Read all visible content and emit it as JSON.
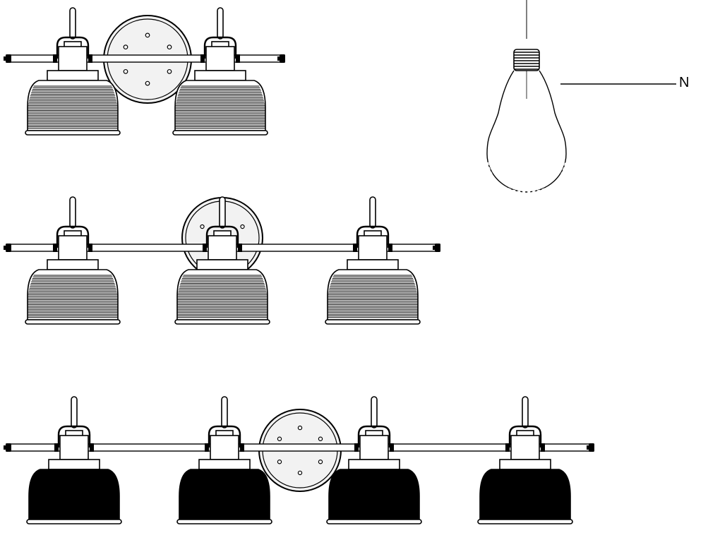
{
  "diagram": {
    "callout": {
      "letter": "N"
    },
    "fixtures": [
      {
        "name": "two-light-vanity",
        "lights": 2,
        "finish": "striped"
      },
      {
        "name": "three-light-vanity",
        "lights": 3,
        "finish": "striped"
      },
      {
        "name": "four-light-vanity",
        "lights": 4,
        "finish": "solid-black"
      }
    ],
    "colors": {
      "line": "#000000",
      "background": "#ffffff",
      "plate_fill": "#f2f2f2"
    }
  }
}
